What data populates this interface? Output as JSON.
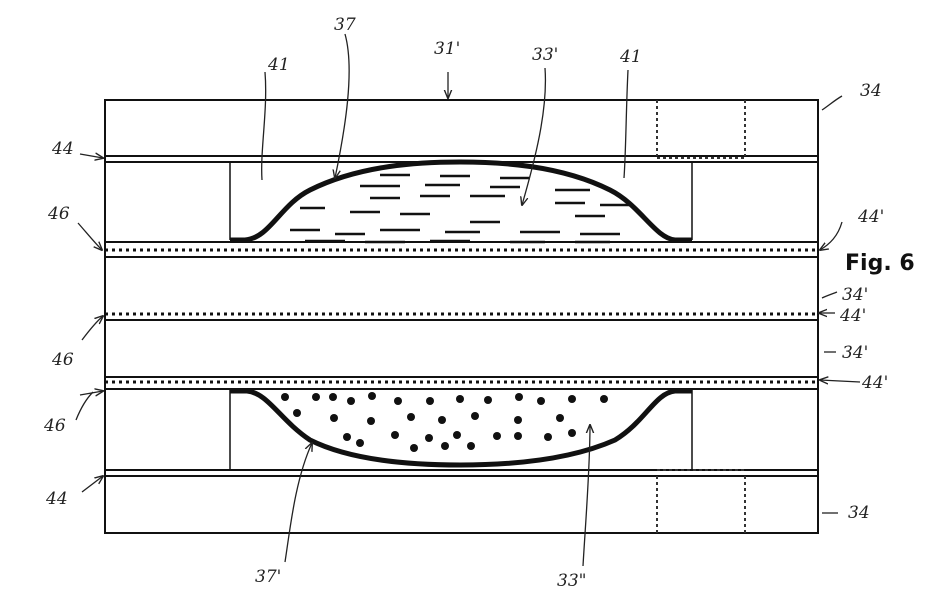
{
  "figure": {
    "caption": "Fig. 6",
    "labels": {
      "l31p": "31'",
      "l37": "37",
      "l33p": "33'",
      "l41a": "41",
      "l41b": "41",
      "l34_top": "34",
      "l44_top": "44",
      "l46_a": "46",
      "l44p_a": "44'",
      "l34p_a": "34'",
      "l44p_b": "44'",
      "l46_b": "46",
      "l34p_b": "34'",
      "l44p_c": "44'",
      "l46_c": "46",
      "l44_bot": "44",
      "l34_bot": "34",
      "l37p": "37'",
      "l33pp": "33\""
    }
  }
}
